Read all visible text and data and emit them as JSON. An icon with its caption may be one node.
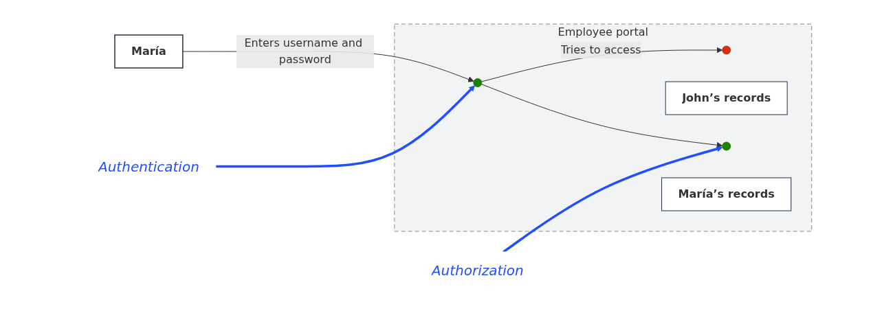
{
  "diagram": {
    "nodes": [
      {
        "text": [
          "Employee portal"
        ]
      },
      {
        "text": [
          "María"
        ]
      },
      {
        "text": [],
        "shape": "circle",
        "in": 0
      },
      {
        "text": [],
        "shape": "circle",
        "in": 0
      },
      {
        "text": [
          "John’s records"
        ],
        "in": 0
      },
      {
        "text": [],
        "shape": "circle",
        "in": 0
      },
      {
        "text": [
          "María’s records"
        ],
        "in": 0
      },
      {
        "text": [
          "Authentication"
        ]
      },
      {
        "text": [
          "Authorization"
        ]
      }
    ],
    "edges": [
      {
        "from": 1,
        "to": 2,
        "arrow": "to",
        "label": "Enters username and password"
      },
      {
        "from": 2,
        "to": 3,
        "arrow": "to",
        "label": "Tries to access"
      },
      {
        "from": 2,
        "to": 5,
        "arrow": "to"
      },
      {
        "from": 7,
        "to": 2,
        "arrow": "to",
        "style": "thick",
        "color": "#1f4fff"
      },
      {
        "from": 8,
        "to": 5,
        "arrow": "to",
        "style": "thick",
        "color": "#1f4fff"
      }
    ]
  }
}
